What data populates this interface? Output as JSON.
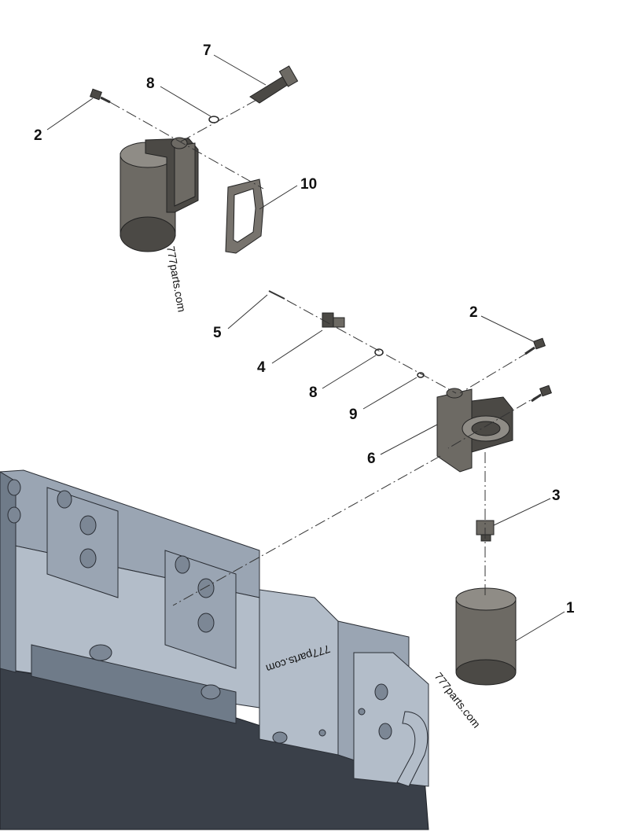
{
  "callouts": {
    "c7": "7",
    "c8a": "8",
    "c2a": "2",
    "c10": "10",
    "c5": "5",
    "c4": "4",
    "c8b": "8",
    "c9": "9",
    "c2b": "2",
    "c6": "6",
    "c3": "3",
    "c1": "1"
  },
  "watermarks": {
    "w1": "777parts.com",
    "w2": "777parts.com",
    "w3": "777parts.com"
  },
  "colors": {
    "part_metal": "#4b4945",
    "engine_block": "#9aa5b3",
    "oil_pan": "#3a4049"
  }
}
